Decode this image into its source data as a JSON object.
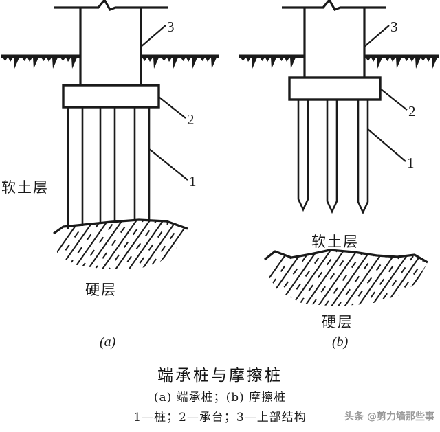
{
  "figure": {
    "title": "端承桩与摩擦桩",
    "parts_caption": "(a) 端承桩；(b) 摩擦桩",
    "legend_caption": "1—桩；2—承台；3—上部结构",
    "watermark": "头条 @剪力墙那些事",
    "stroke_color": "#1a1a1a",
    "fill_color": "#ffffff"
  },
  "diagram_a": {
    "sub_label": "(a)",
    "soft_soil_label": "软土层",
    "hard_layer_label": "硬层",
    "callouts": [
      {
        "id": "1",
        "text": "1",
        "target": "pile"
      },
      {
        "id": "2",
        "text": "2",
        "target": "pile-cap"
      },
      {
        "id": "3",
        "text": "3",
        "target": "superstructure"
      }
    ],
    "pile_count": 3,
    "pile_tip": "flat-bearing-on-hard-layer"
  },
  "diagram_b": {
    "sub_label": "(b)",
    "soft_soil_label": "软土层",
    "hard_layer_label": "硬层",
    "callouts": [
      {
        "id": "1",
        "text": "1",
        "target": "pile"
      },
      {
        "id": "2",
        "text": "2",
        "target": "pile-cap"
      },
      {
        "id": "3",
        "text": "3",
        "target": "superstructure"
      }
    ],
    "pile_count": 3,
    "pile_tip": "pointed-floating-in-soft-soil"
  }
}
